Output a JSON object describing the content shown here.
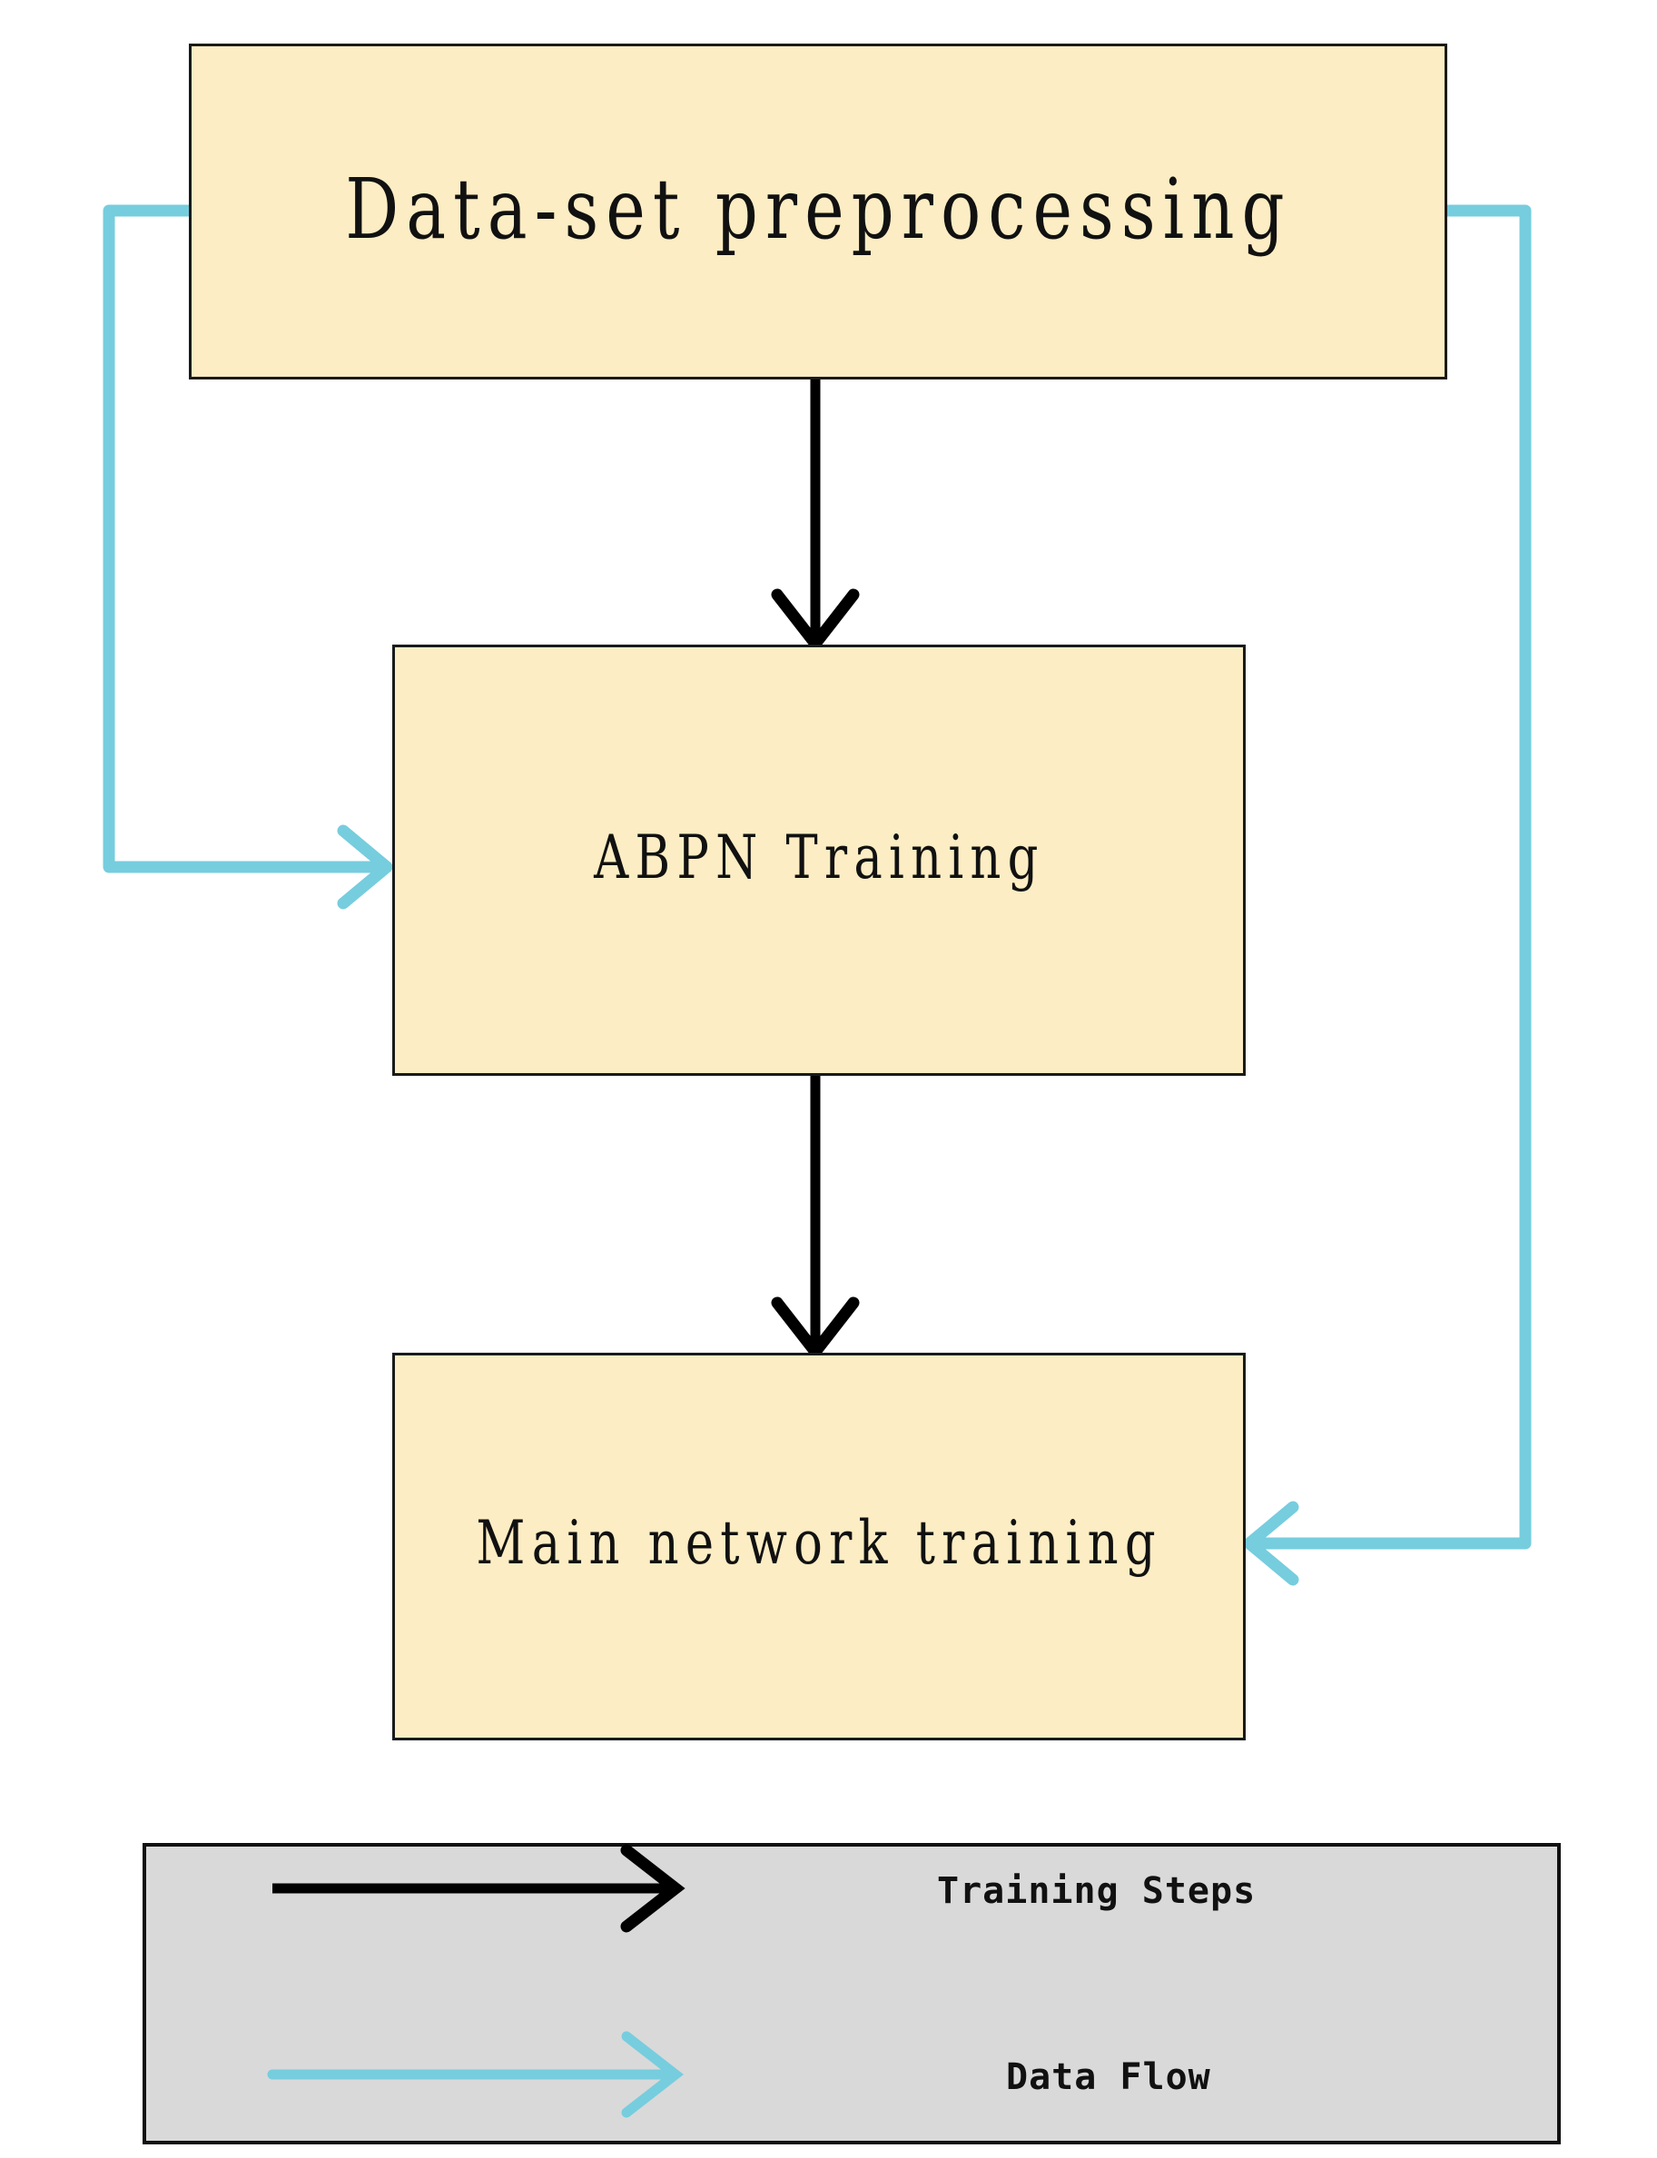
{
  "diagram": {
    "title": "ABPN training pipeline flowchart",
    "background_color": "#ffffff",
    "nodes": [
      {
        "id": "preprocess",
        "label": "Data-set preprocessing",
        "fill": "#FCEDC4",
        "stroke": "#1a1a1a"
      },
      {
        "id": "abpn",
        "label": "ABPN Training",
        "fill": "#FCEDC4",
        "stroke": "#1a1a1a"
      },
      {
        "id": "mainnet",
        "label": "Main network training",
        "fill": "#FCEDC4",
        "stroke": "#1a1a1a"
      }
    ],
    "edges": [
      {
        "id": "preprocess-to-abpn",
        "from": "preprocess",
        "to": "abpn",
        "kind": "training-steps",
        "color": "#000000"
      },
      {
        "id": "abpn-to-mainnet",
        "from": "abpn",
        "to": "mainnet",
        "kind": "training-steps",
        "color": "#000000"
      },
      {
        "id": "preprocess-left-to-abpn",
        "from": "preprocess",
        "to": "abpn",
        "kind": "data-flow",
        "color": "#76CDDE"
      },
      {
        "id": "preprocess-right-to-mainnet",
        "from": "preprocess",
        "to": "mainnet",
        "kind": "data-flow",
        "color": "#76CDDE"
      }
    ]
  },
  "legend": {
    "background": "#D9D9D9",
    "border_color": "#111111",
    "items": [
      {
        "id": "training-steps",
        "label": "Training Steps",
        "color": "#000000"
      },
      {
        "id": "data-flow",
        "label": "Data Flow",
        "color": "#76CDDE"
      }
    ]
  }
}
